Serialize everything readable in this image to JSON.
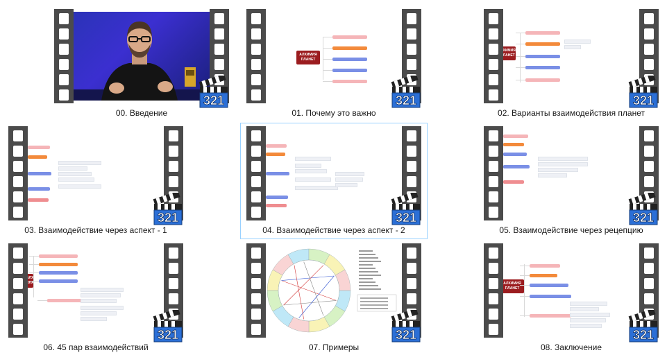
{
  "items": [
    {
      "title": "00. Введение",
      "kind": "video"
    },
    {
      "title": "01. Почему это важно",
      "kind": "map1"
    },
    {
      "title": "02. Варианты взаимодействия планет",
      "kind": "map2"
    },
    {
      "title": "03. Взаимодействие через аспект - 1",
      "kind": "map3"
    },
    {
      "title": "04. Взаимодействие через аспект - 2",
      "kind": "map3b"
    },
    {
      "title": "05. Взаимодействие через рецепцию",
      "kind": "map4"
    },
    {
      "title": "06. 45 пар взаимодействий",
      "kind": "map5"
    },
    {
      "title": "07. Примеры",
      "kind": "chart"
    },
    {
      "title": "08. Заключение",
      "kind": "map6"
    }
  ],
  "selected_index": 4,
  "map_root_label": "АЛХИМИЯ ПЛАНЕТ",
  "map_root_label_short": "ЛХИМИЯ ПЛАНЕТ",
  "logo_text": "321",
  "colors": {
    "film": "#4b4b4b",
    "logo_blue": "#2b6fd6",
    "root": "#9b1c1f",
    "selection_border": "#99d1ff"
  }
}
